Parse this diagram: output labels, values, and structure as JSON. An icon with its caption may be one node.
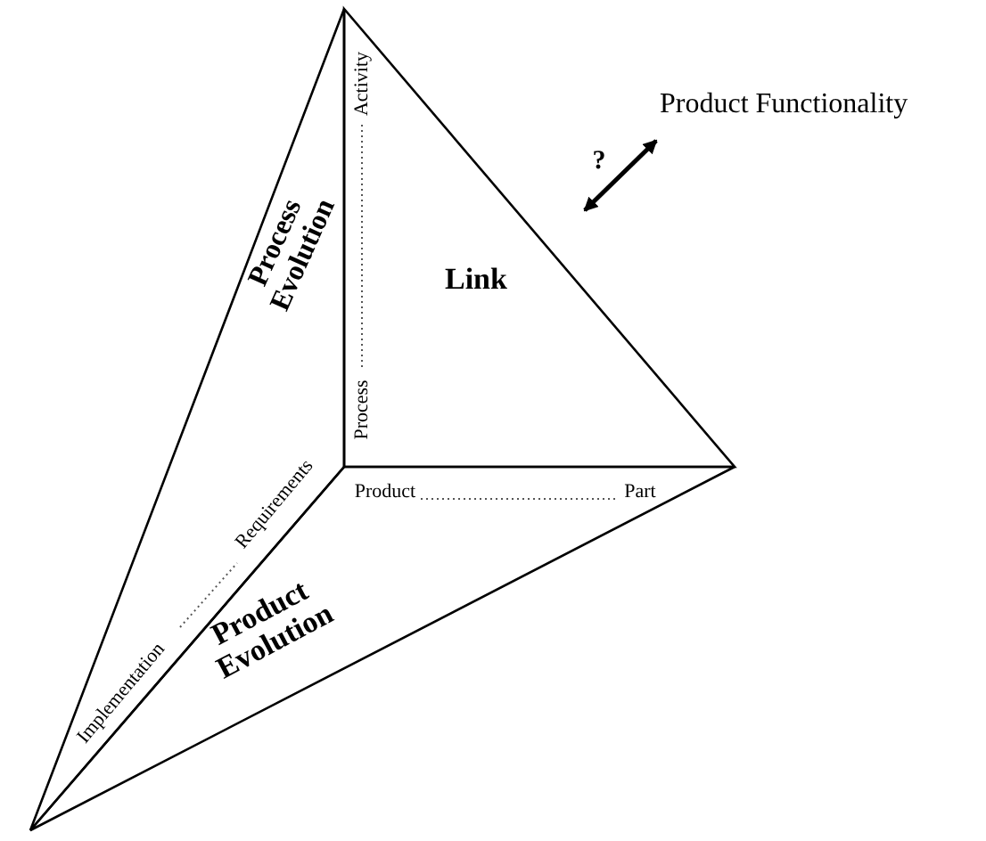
{
  "diagram": {
    "nodes": [
      {
        "text": [
          "Link"
        ]
      },
      {
        "text": [
          "Process Evolution"
        ]
      },
      {
        "text": [
          "Product Evolution"
        ]
      },
      {
        "text": [
          "Product Functionality"
        ]
      }
    ],
    "edges": [
      {
        "from": 0,
        "to": 3,
        "arrow": "both",
        "label": "?"
      }
    ],
    "labels": [
      "Activity",
      "Process",
      "Product",
      "Part",
      "Requirements",
      "Implementation"
    ]
  }
}
